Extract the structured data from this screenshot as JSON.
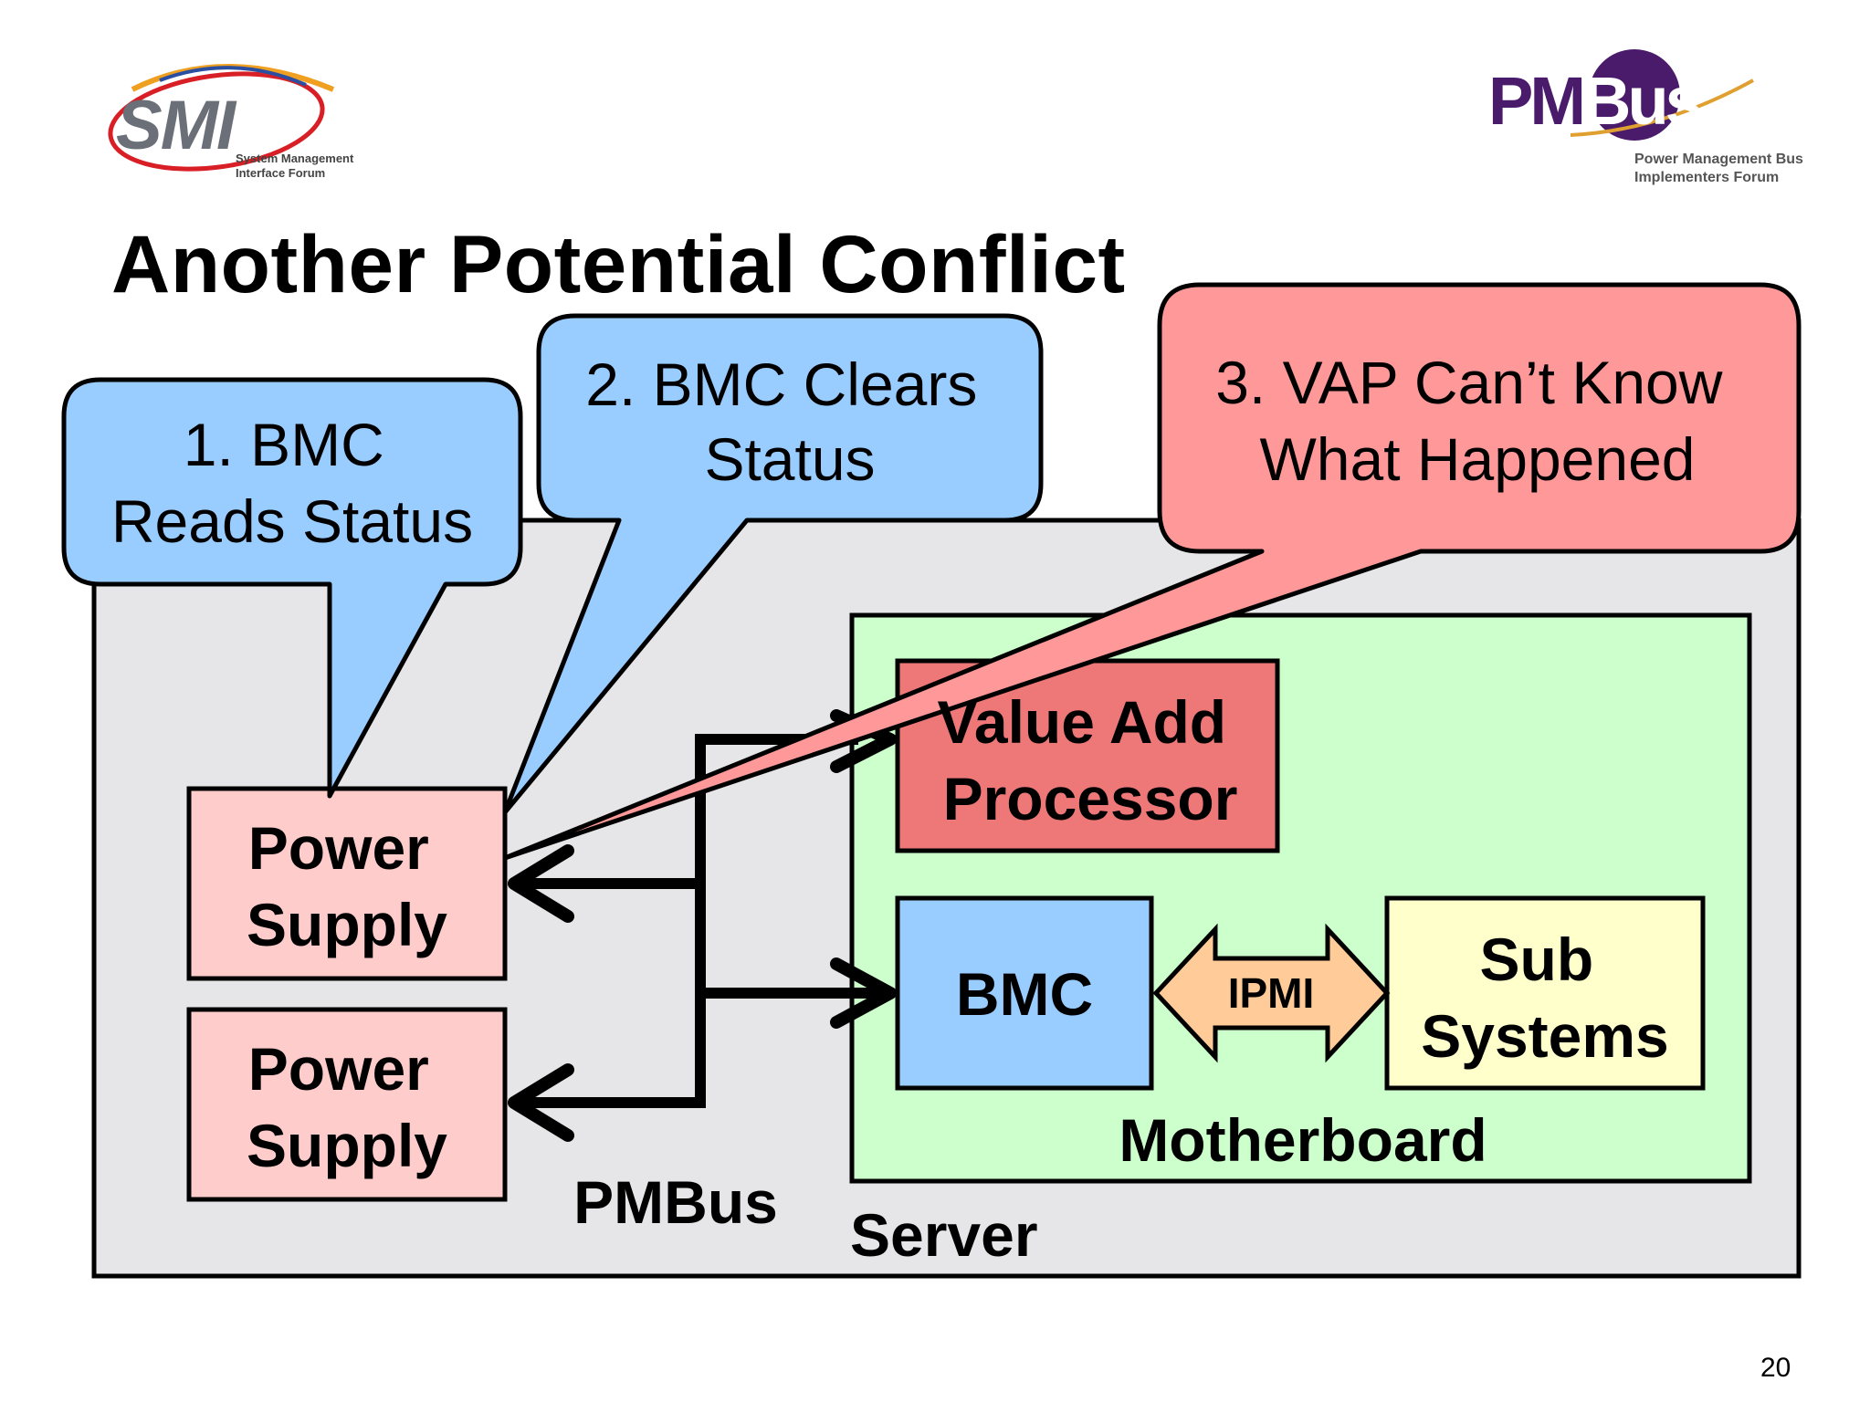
{
  "slide": {
    "title": "Another Potential Conflict",
    "page_number": "20"
  },
  "logos": {
    "smi": {
      "name": "SMI",
      "subtitle_line1": "System Management",
      "subtitle_line2": "Interface Forum"
    },
    "pmbus": {
      "name_part1": "PM",
      "name_part2": "Bus",
      "subtitle_line1": "Power Management Bus",
      "subtitle_line2": "Implementers Forum"
    }
  },
  "callouts": [
    {
      "lines": [
        "1. BMC",
        "Reads Status"
      ]
    },
    {
      "lines": [
        "2. BMC Clears",
        "Status"
      ]
    },
    {
      "lines": [
        "3. VAP Can’t Know",
        "What Happened"
      ]
    }
  ],
  "blocks": {
    "power_supply_1": {
      "lines": [
        "Power",
        "Supply"
      ]
    },
    "power_supply_2": {
      "lines": [
        "Power",
        "Supply"
      ]
    },
    "value_add_processor": {
      "lines": [
        "Value Add",
        "Processor"
      ]
    },
    "bmc": {
      "label": "BMC"
    },
    "sub_systems": {
      "lines": [
        "Sub",
        "Systems"
      ]
    },
    "ipmi": {
      "label": "IPMI"
    }
  },
  "labels": {
    "pmbus": "PMBus",
    "server": "Server",
    "motherboard": "Motherboard"
  },
  "colors": {
    "server_bg": "#e6e6e8",
    "motherboard_bg": "#ccffcc",
    "power_supply_bg": "#ffcccc",
    "vap_bg": "#ee7777",
    "bmc_bg": "#99ccff",
    "sub_systems_bg": "#ffffcc",
    "ipmi_bg": "#ffcc99",
    "callout_blue": "#99ccff",
    "callout_red": "#ff9999",
    "pmbus_purple": "#4a1a6b",
    "smi_grey": "#6a6f78"
  }
}
